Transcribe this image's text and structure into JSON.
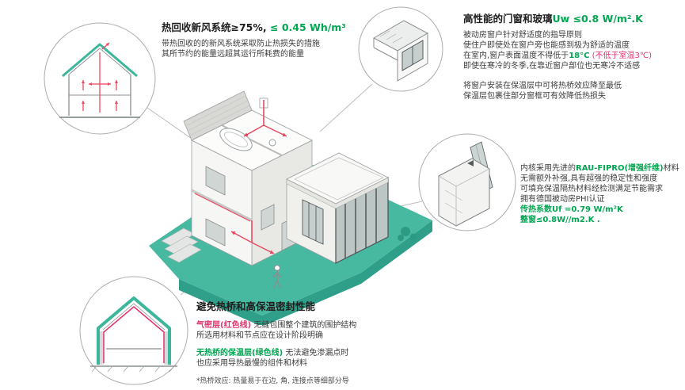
{
  "colors": {
    "accent_green": "#00a651",
    "accent_red": "#e6336e",
    "teal": "#45b8a1",
    "duct_red": "#e8485f"
  },
  "hrv": {
    "title_black": "热回收新风系统≥75%,",
    "title_green": " ≤ 0.45 Wh/m³",
    "lines": [
      "带热回收的的新风系统采取防止热损失的措施",
      "其所节约的能量远超其运行所耗费的能量"
    ]
  },
  "windows": {
    "title_black": "高性能的门窗和玻璃",
    "title_green": "Uw ≤0.8 W/m².K",
    "p1_lines": [
      "被动房窗户针对舒适度的指导原则",
      "使住户即使处在窗户旁也能感到极为舒适的温度"
    ],
    "temp_pre": "在室内,窗户表面温度不得低于",
    "temp_green": "18°C",
    "temp_red": " (不低于室温3℃)",
    "p1_last": "即使在寒冷的冬季,在靠近窗户部位也无寒冷不适感",
    "p2_lines": [
      "将窗户安装在保温层中可将热桥效应降至最低",
      "保温层包裹住部分窗框可有效降低热损失"
    ]
  },
  "profile": {
    "l1_pre": "内核采用先进的",
    "l1_green": "RAU-FIPRO(增强纤维)",
    "l1_post": "材料",
    "lines": [
      "无需额外补强,具有超强的稳定性和强度",
      "可填充保温隔热材料经检测满足节能需求",
      "拥有德国被动房PHI认证"
    ],
    "green_lines": [
      "传热系数Uf =0.79 W/m²K",
      "整窗≤0.8W//m2.K ."
    ]
  },
  "envelope": {
    "title": "避免热桥和高保温密封性能",
    "p1_lead": "气密层(红色线)",
    "p1_rest": " 无缝包围整个建筑的围护结构",
    "p1_line2": "所选用材料和节点应在设计阶段明确",
    "p2_lead": "无热桥的保温层(绿色线)",
    "p2_rest": " 无法避免渗漏点时",
    "p2_line2": "也应采用导热最慢的组件和材料",
    "footnote": "*热桥效应: 热量易于在边, 角, 连接点等细部分导"
  }
}
